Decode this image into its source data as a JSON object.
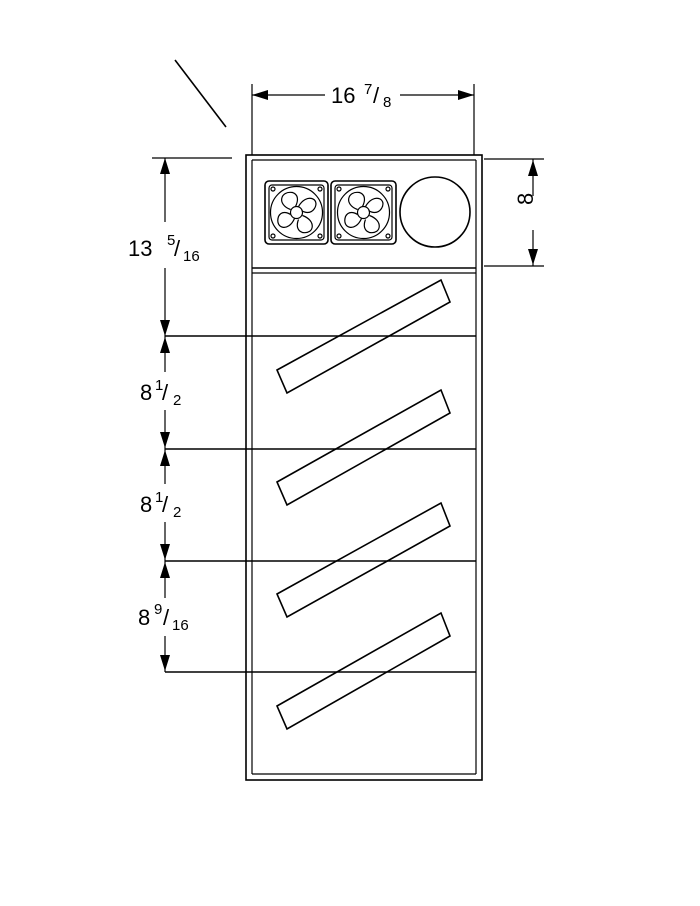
{
  "dimensions": {
    "width": {
      "whole": "16",
      "num": "7",
      "sep": "/",
      "den": "8"
    },
    "top_section": {
      "whole": "13",
      "num": "5",
      "sep": "/",
      "den": "16"
    },
    "shelf_1": {
      "whole": "8",
      "num": "1",
      "sep": "/",
      "den": "2"
    },
    "shelf_2": {
      "whole": "8",
      "num": "1",
      "sep": "/",
      "den": "2"
    },
    "shelf_3": {
      "whole": "8",
      "num": "9",
      "sep": "/",
      "den": "16"
    },
    "fan_panel": {
      "whole": "8"
    }
  },
  "components": {
    "fans": [
      "fan-left",
      "fan-right"
    ],
    "round_port": "round-vent",
    "shelves": 4,
    "slanted_boards": 4
  }
}
